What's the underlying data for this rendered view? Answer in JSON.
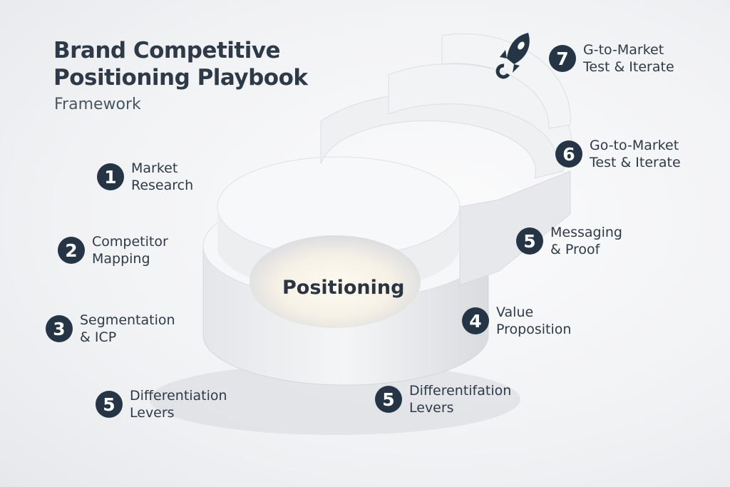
{
  "header": {
    "title_line1": "Brand Competitive",
    "title_line2": "Positioning Playbook",
    "subtitle": "Framework"
  },
  "center": {
    "label": "Positioning"
  },
  "steps": [
    {
      "number": "1",
      "line1": "Market",
      "line2": "Research"
    },
    {
      "number": "2",
      "line1": "Competitor",
      "line2": "Mapping"
    },
    {
      "number": "3",
      "line1": "Segmentation",
      "line2": "& ICP"
    },
    {
      "number": "5",
      "line1": "Differentiation",
      "line2": "Levers"
    },
    {
      "number": "5",
      "line1": "Differentifation",
      "line2": "Levers"
    },
    {
      "number": "4",
      "line1": "Value",
      "line2": "Proposition"
    },
    {
      "number": "5",
      "line1": "Messaging",
      "line2": "& Proof"
    },
    {
      "number": "6",
      "line1": "Go-to-Market",
      "line2": "Test & Iterate"
    },
    {
      "number": "7",
      "line1": "G-to-Market",
      "line2": "Test & Iterate"
    }
  ],
  "icons": {
    "top": "rocket-icon"
  },
  "colors": {
    "badge": "#263546",
    "text": "#2f3a48"
  }
}
